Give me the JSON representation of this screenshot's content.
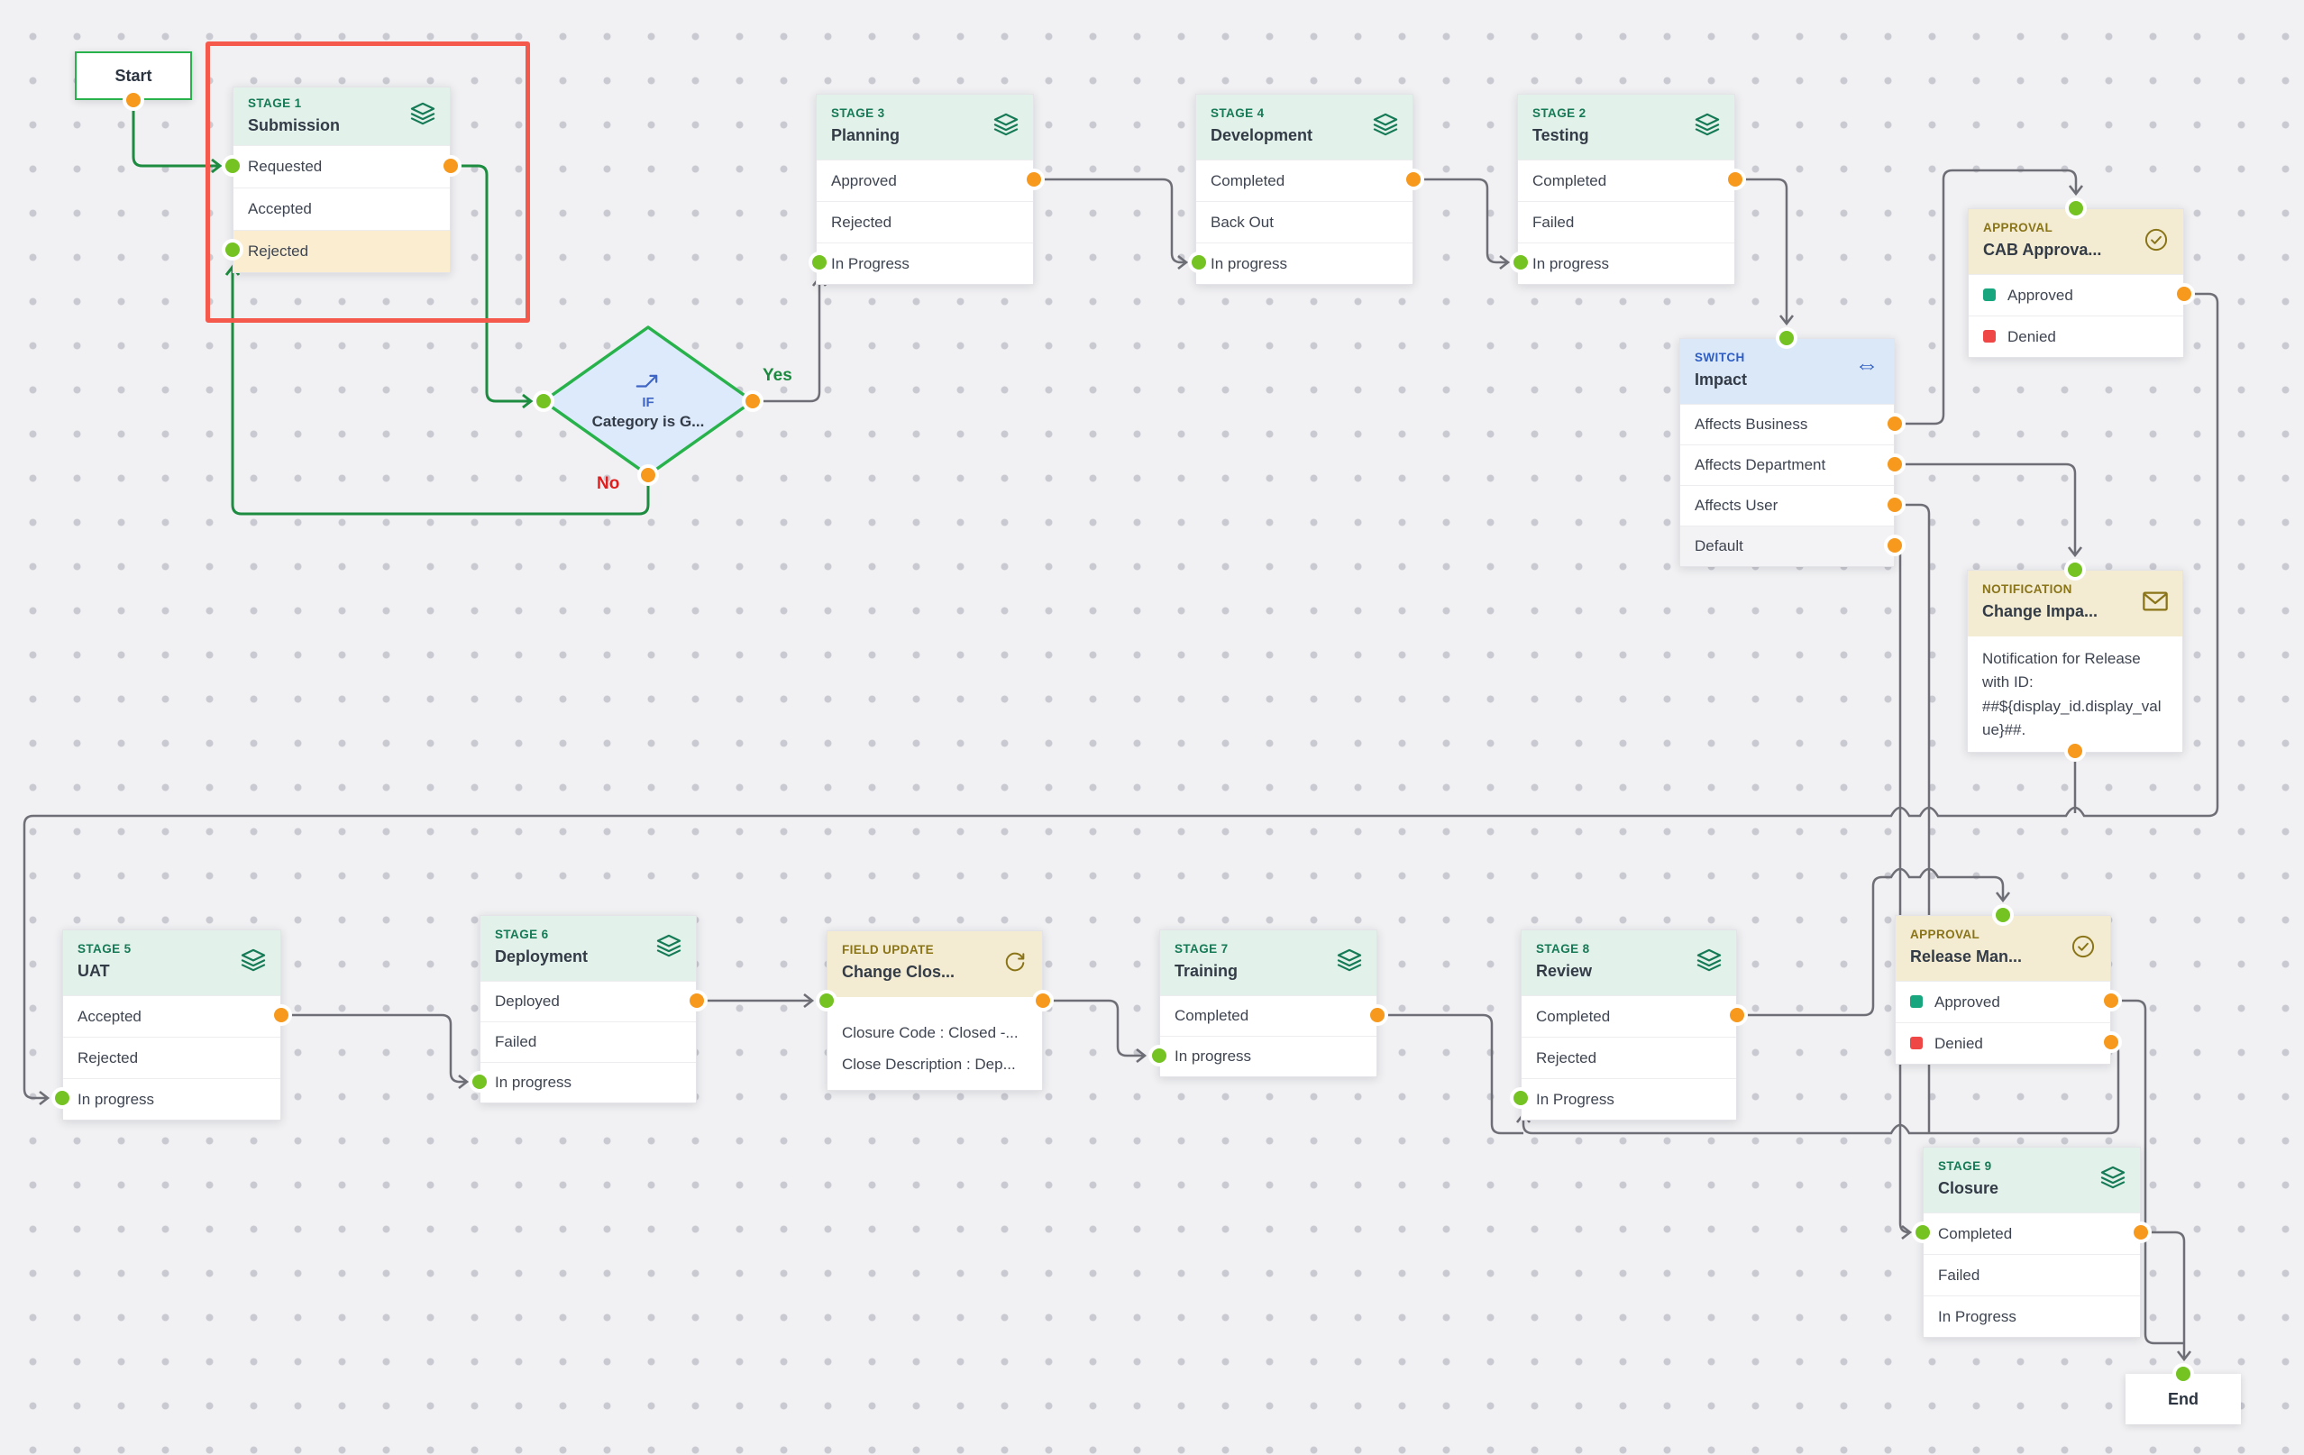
{
  "colors": {
    "background": "#f1f1f3",
    "grid_dot": "#c9c9d1",
    "stage_accent": "#157a56",
    "stage_header_bg": "#e3f1eb",
    "approval_accent": "#8a7418",
    "approval_header_bg": "#f3ecd2",
    "switch_accent": "#2e5ec4",
    "switch_header_bg": "#dbe8f8",
    "row_text": "#3e4450",
    "selected_row_bg": "#fbeed0",
    "default_row_bg": "#f3f3f5",
    "approved_bullet": "#17a67d",
    "denied_bullet": "#ef4646",
    "line_gray": "#6e6e76",
    "line_green": "#1d8c40",
    "port_green": "#74c322",
    "port_orange": "#f6991c",
    "selection_red": "#f4594b",
    "diamond_fill": "#ddeafc",
    "diamond_border": "#28b24b",
    "yes_label_color": "#1a8a3e",
    "no_label_color": "#e01e1e"
  },
  "nodes": {
    "start": {
      "label": "Start"
    },
    "end": {
      "label": "End"
    },
    "stage1": {
      "badge": "STAGE 1",
      "title": "Submission",
      "icon": "layers-icon",
      "rows": [
        "Requested",
        "Accepted",
        "Rejected"
      ],
      "highlighted_row": "Rejected",
      "selected": true
    },
    "decision": {
      "badge": "IF",
      "title": "Category is G...",
      "icon": "branch-icon",
      "yes_label": "Yes",
      "no_label": "No"
    },
    "stage3": {
      "badge": "STAGE 3",
      "title": "Planning",
      "icon": "layers-icon",
      "rows": [
        "Approved",
        "Rejected",
        "In Progress"
      ]
    },
    "stage4": {
      "badge": "STAGE 4",
      "title": "Development",
      "icon": "layers-icon",
      "rows": [
        "Completed",
        "Back Out",
        "In progress"
      ]
    },
    "stage2": {
      "badge": "STAGE 2",
      "title": "Testing",
      "icon": "layers-icon",
      "rows": [
        "Completed",
        "Failed",
        "In progress"
      ]
    },
    "cab_approval": {
      "badge": "APPROVAL",
      "title": "CAB Approva...",
      "icon": "check-circle-icon",
      "rows": [
        "Approved",
        "Denied"
      ]
    },
    "impact_switch": {
      "badge": "SWITCH",
      "title": "Impact",
      "icon": "switch-arrows-icon",
      "rows": [
        "Affects Business",
        "Affects Department",
        "Affects User",
        "Default"
      ]
    },
    "notification": {
      "badge": "NOTIFICATION",
      "title": "Change Impa...",
      "icon": "envelope-icon",
      "body": "Notification for Release with ID: ##${display_id.display_value}##."
    },
    "stage5": {
      "badge": "STAGE 5",
      "title": "UAT",
      "icon": "layers-icon",
      "rows": [
        "Accepted",
        "Rejected",
        "In progress"
      ]
    },
    "stage6": {
      "badge": "STAGE 6",
      "title": "Deployment",
      "icon": "layers-icon",
      "rows": [
        "Deployed",
        "Failed",
        "In progress"
      ]
    },
    "field_update": {
      "badge": "FIELD UPDATE",
      "title": "Change Clos...",
      "icon": "refresh-icon",
      "lines": [
        "Closure Code : Closed -...",
        "Close Description : Dep..."
      ]
    },
    "stage7": {
      "badge": "STAGE 7",
      "title": "Training",
      "icon": "layers-icon",
      "rows": [
        "Completed",
        "In progress"
      ]
    },
    "stage8": {
      "badge": "STAGE 8",
      "title": "Review",
      "icon": "layers-icon",
      "rows": [
        "Completed",
        "Rejected",
        "In Progress"
      ]
    },
    "release_approval": {
      "badge": "APPROVAL",
      "title": "Release Man...",
      "icon": "check-circle-icon",
      "rows": [
        "Approved",
        "Denied"
      ]
    },
    "stage9": {
      "badge": "STAGE 9",
      "title": "Closure",
      "icon": "layers-icon",
      "rows": [
        "Completed",
        "Failed",
        "In Progress"
      ]
    }
  }
}
